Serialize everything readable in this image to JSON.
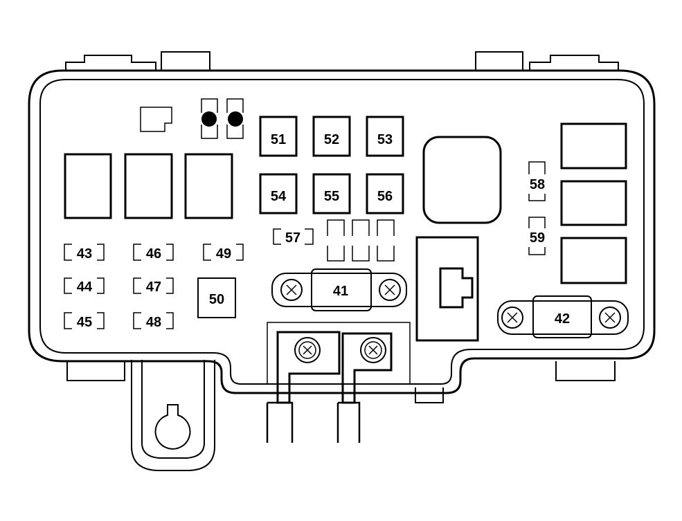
{
  "diagram": {
    "type": "fuse-box-layout",
    "colors": {
      "line": "#000000",
      "background": "#ffffff"
    },
    "fuse_labels": {
      "f41": "41",
      "f42": "42",
      "f43": "43",
      "f44": "44",
      "f45": "45",
      "f46": "46",
      "f47": "47",
      "f48": "48",
      "f49": "49",
      "f50": "50",
      "f51": "51",
      "f52": "52",
      "f53": "53",
      "f54": "54",
      "f55": "55",
      "f56": "56",
      "f57": "57",
      "f58": "58",
      "f59": "59"
    },
    "icons": {
      "screw": "cross-screw-icon",
      "connector": "connector-icon"
    }
  }
}
